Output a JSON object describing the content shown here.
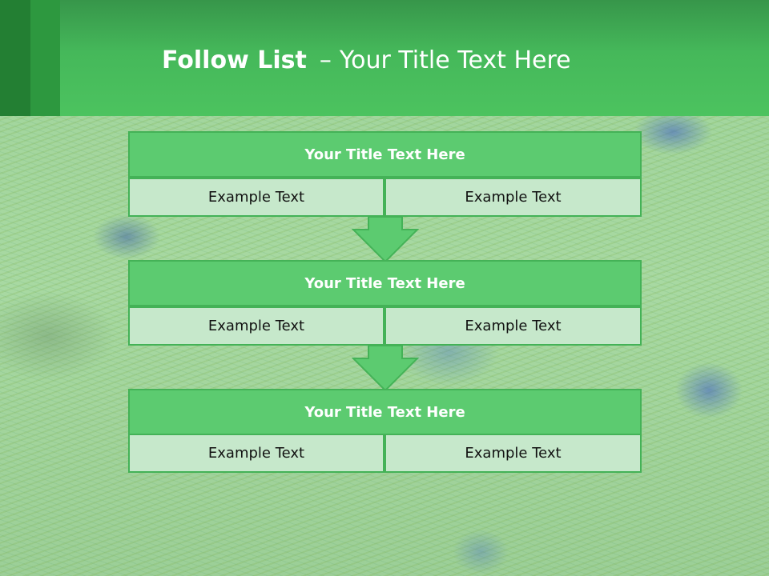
{
  "slide": {
    "title_bold": "Follow List",
    "title_sep": "–",
    "title_rest": "Your Title Text Here"
  },
  "blocks": [
    {
      "title": "Your Title Text Here",
      "left": "Example Text",
      "right": "Example Text"
    },
    {
      "title": "Your Title Text Here",
      "left": "Example Text",
      "right": "Example Text"
    },
    {
      "title": "Your Title Text Here",
      "left": "Example Text",
      "right": "Example Text"
    }
  ],
  "colors": {
    "header_green": "#4cc35f",
    "header_dark": "#237f33",
    "box_title_fill": "#5ccb70",
    "box_cell_fill": "#c6e8cb",
    "border": "#44b257"
  },
  "icons": [
    "down-arrow-icon",
    "down-arrow-icon"
  ]
}
